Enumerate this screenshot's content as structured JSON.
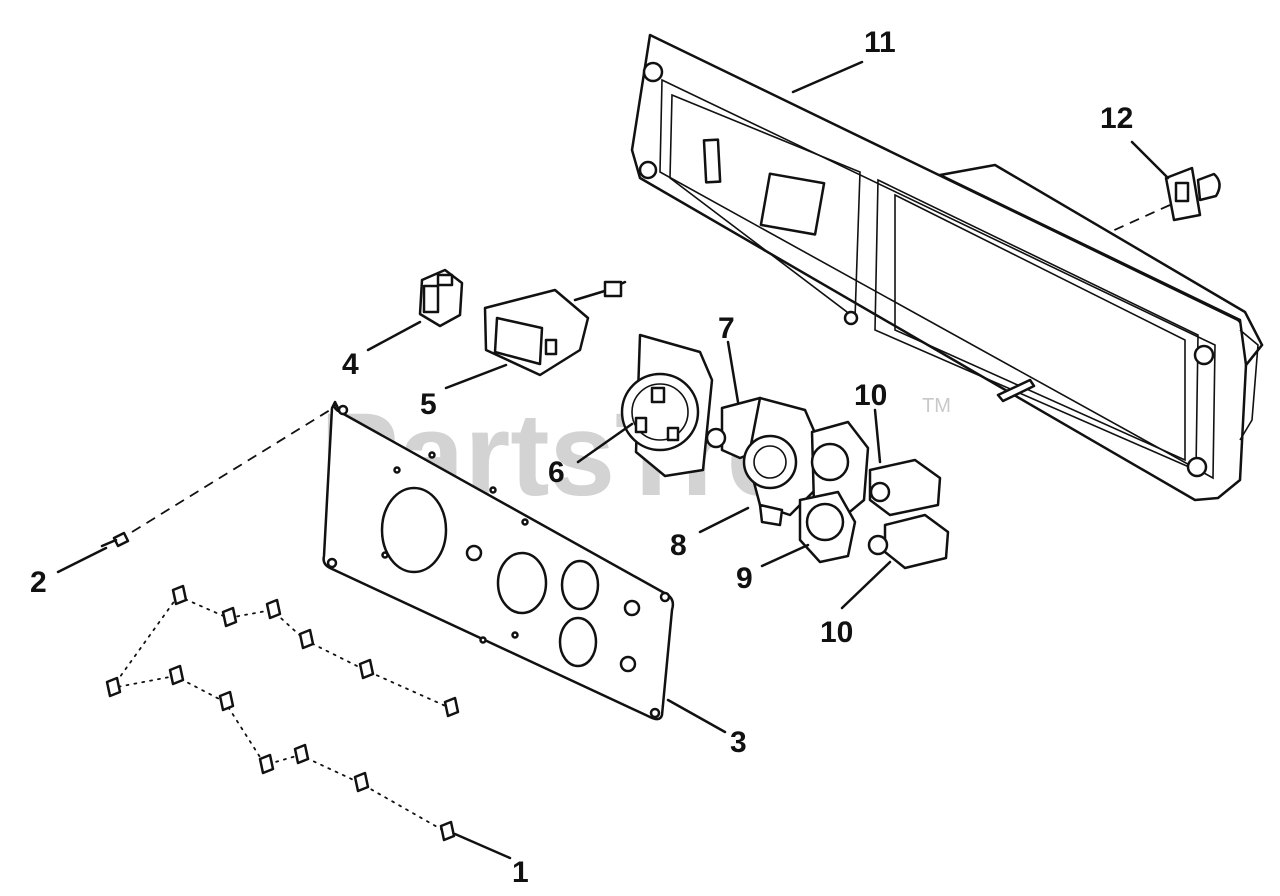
{
  "watermark": {
    "text": "PartsTree",
    "trademark": "TM"
  },
  "callouts": {
    "c1": "1",
    "c2": "2",
    "c3": "3",
    "c4": "4",
    "c5": "5",
    "c6": "6",
    "c7": "7",
    "c8": "8",
    "c9": "9",
    "c10a": "10",
    "c10b": "10",
    "c11": "11",
    "c12": "12"
  }
}
